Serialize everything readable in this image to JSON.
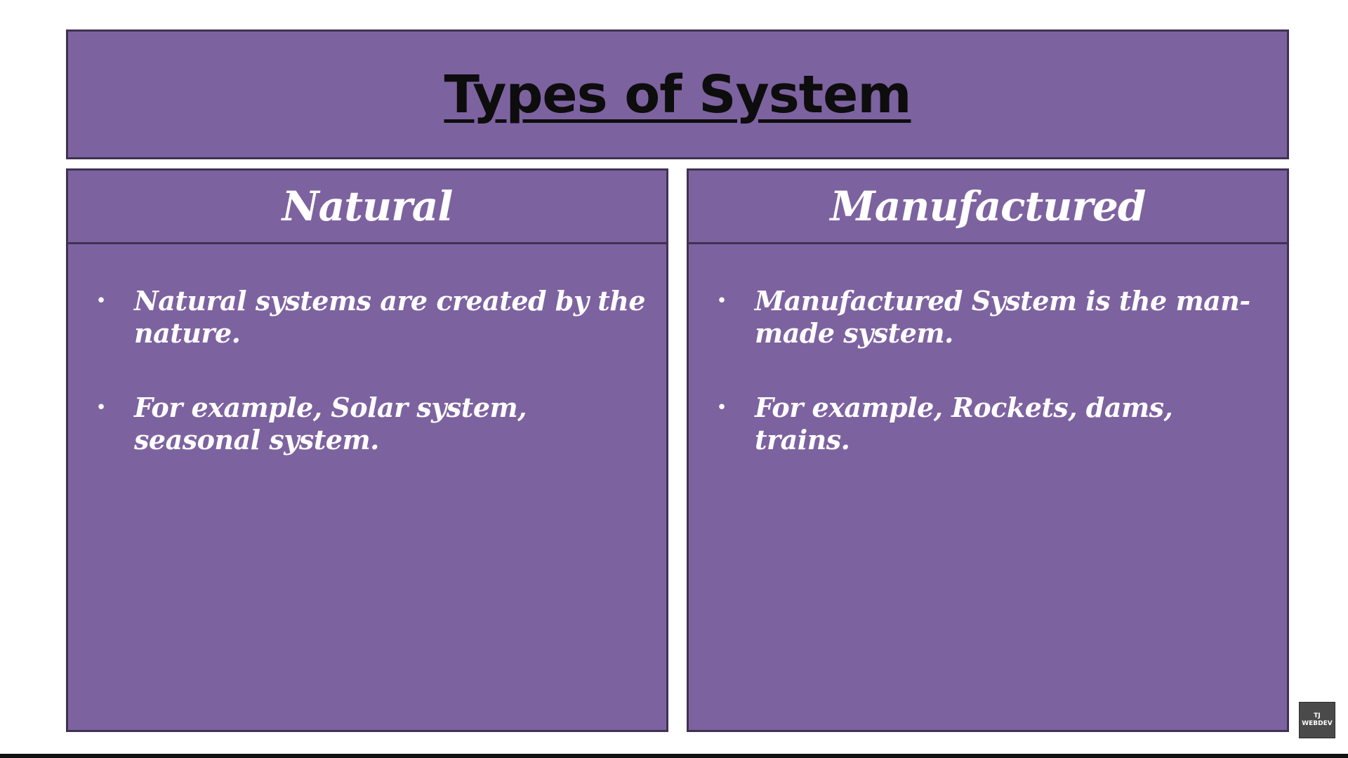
{
  "slide": {
    "title": "Types of System",
    "columns": [
      {
        "heading": "Natural",
        "bullets": [
          "Natural systems are created by the nature.",
          "For example, Solar system, seasonal system."
        ]
      },
      {
        "heading": "Manufactured",
        "bullets": [
          "Manufactured System is the man-made system.",
          "For example, Rockets, dams, trains."
        ]
      }
    ]
  },
  "watermark": {
    "line1": "TJ",
    "line2": "WEBDEV"
  },
  "colors": {
    "panel": "#7d62a0",
    "border": "#3f3252",
    "title_text": "#0d0d0d",
    "body_text": "#ffffff"
  }
}
